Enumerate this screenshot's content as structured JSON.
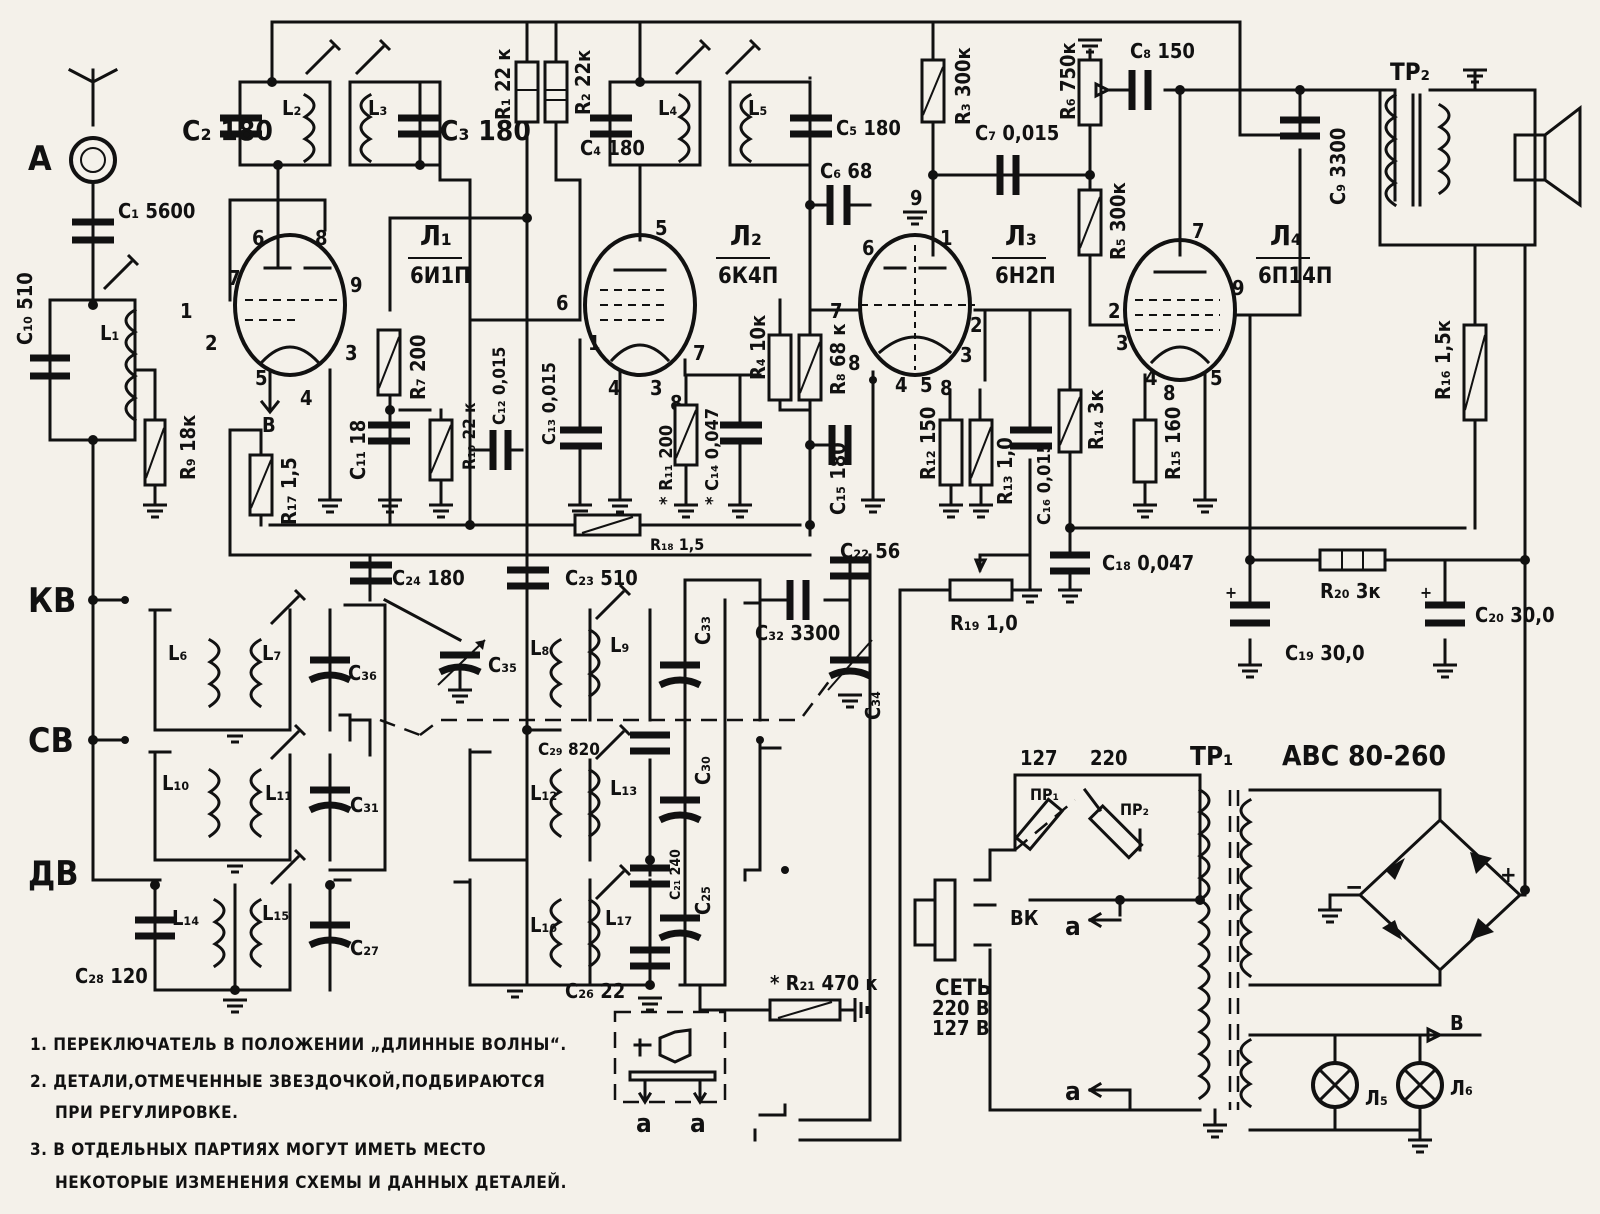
{
  "labels": {
    "antenna": "A",
    "c1": "C₁ 5600",
    "c10": "C₁₀ 510",
    "l1": "L₁",
    "r9": "R₉ 18к",
    "c2": "C₂ 180",
    "l2": "L₂",
    "l3": "L₃",
    "c3": "C₃ 180",
    "r1": "R₁ 22 к",
    "r2": "R₂ 22к",
    "c4": "C₄ 180",
    "l4": "L₄",
    "l5": "L₅",
    "c5": "C₅ 180",
    "c6": "C₆ 68",
    "r3": "R₃ 300к",
    "c7": "C₇ 0,015",
    "r6": "R₆ 750к",
    "c8": "C₈ 150",
    "r5": "R₅ 300к",
    "c9": "C₉ 3300",
    "tr2": "ТР₂",
    "tube1_name": "Л₁",
    "tube1_type": "6И1П",
    "tube2_name": "Л₂",
    "tube2_type": "6К4П",
    "tube3_name": "Л₃",
    "tube3_type": "6Н2П",
    "tube4_name": "Л₄",
    "tube4_type": "6П14П",
    "r7": "R₇ 200",
    "r10": "R₁₀ 22 к",
    "c12": "C₁₂ 0,015",
    "c11": "C₁₁ 18",
    "r17": "R₁₇ 1,5",
    "c13": "C₁₃ 0,015",
    "r11": "* R₁₁ 200",
    "c14": "* C₁₄ 0,047",
    "r4": "R₄ 10к",
    "r8": "R₈ 68 к",
    "c15": "C₁₅ 180",
    "r12": "R₁₂ 150",
    "r13": "R₁₃ 1,0",
    "c16": "C₁₆ 0,015",
    "r14": "R₁₄ 3к",
    "r15": "R₁₅ 160",
    "r16": "R₁₆ 1,5к",
    "r18": "R₁₈ 1,5",
    "c22": "C₂₂ 56",
    "c24": "C₂₄ 180",
    "c23": "C₂₃ 510",
    "c18": "C₁₈ 0,047",
    "r19": "R₁₉ 1,0",
    "r20": "R₂₀ 3к",
    "c19": "C₁₉ 30,0",
    "c20": "C₂₀ 30,0",
    "kv": "КВ",
    "sv": "СВ",
    "dv": "ДВ",
    "l6": "L₆",
    "l7": "L₇",
    "c36": "C₃₆",
    "l10": "L₁₀",
    "l11": "L₁₁",
    "c31": "C₃₁",
    "l14": "L₁₄",
    "l15": "L₁₅",
    "c27": "C₂₇",
    "c28": "C₂₈ 120",
    "c35": "C₃₅",
    "l8": "L₈",
    "l9": "L₉",
    "c33": "C₃₃",
    "c32": "C₃₂ 3300",
    "c34": "C₃₄",
    "c29": "C₂₉ 820",
    "l12": "L₁₂",
    "l13": "L₁₃",
    "c30": "C₃₀",
    "l16": "L₁₆",
    "l17": "L₁₇",
    "c21": "C₂₁ 240",
    "c25": "C₂₅",
    "c26": "C₂₆ 22",
    "r21": "* R₂₁ 470 к",
    "a1": "а",
    "a2": "а",
    "a3": "а",
    "a4": "а",
    "b1": "В",
    "b2": "В",
    "v127": "127",
    "v220": "220",
    "pr1": "ПР₁",
    "pr2": "ПР₂",
    "tr1": "ТР₁",
    "rect": "АВС 80-260",
    "vk": "ВК",
    "set": "СЕТЬ",
    "set220": "220 В",
    "set127": "127 В",
    "l5lamp": "Л₅",
    "l6lamp": "Л₆",
    "minus": "−",
    "plus": "+"
  },
  "pins": {
    "t1": [
      "6",
      "8",
      "7",
      "9",
      "1",
      "2",
      "3",
      "5",
      "4"
    ],
    "t2": [
      "5",
      "6",
      "1",
      "7",
      "3",
      "8",
      "4"
    ],
    "t3": [
      "9",
      "6",
      "1",
      "7",
      "2",
      "8",
      "3",
      "4",
      "5",
      "8"
    ],
    "t4": [
      "7",
      "2",
      "9",
      "3",
      "4",
      "8",
      "5"
    ]
  },
  "notes": [
    "1. ПЕРЕКЛЮЧАТЕЛЬ В ПОЛОЖЕНИИ „ДЛИННЫЕ ВОЛНЫ“.",
    "2. ДЕТАЛИ,ОТМЕЧЕННЫЕ ЗВЕЗДОЧКОЙ,ПОДБИРАЮТСЯ",
    "ПРИ РЕГУЛИРОВКЕ.",
    "3. В ОТДЕЛЬНЫХ ПАРТИЯХ МОГУТ ИМЕТЬ МЕСТО",
    "НЕКОТОРЫЕ ИЗМЕНЕНИЯ СХЕМЫ И ДАННЫХ ДЕТАЛЕЙ."
  ]
}
